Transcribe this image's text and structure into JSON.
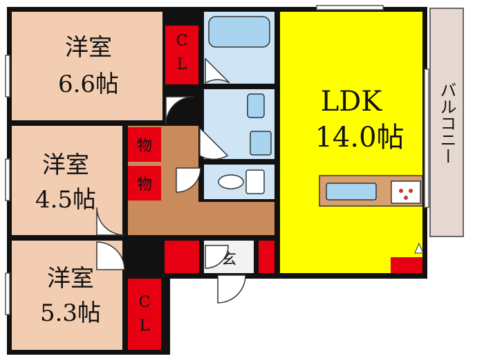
{
  "colors": {
    "wall": "#111111",
    "western_room": "#f2cdb1",
    "ldk": "#ffff00",
    "closet": "#e60012",
    "water": "#cfe4f5",
    "fixture": "#a8d4ef",
    "corridor": "#c98a5c",
    "counter": "#d6a070",
    "balcony": "#e6d8d0",
    "door_mat": "#f2f2f2"
  },
  "rooms": {
    "western_a": {
      "name": "洋室",
      "size": "6.6帖"
    },
    "western_b": {
      "name": "洋室",
      "size": "4.5帖"
    },
    "western_c": {
      "name": "洋室",
      "size": "5.3帖"
    },
    "ldk": {
      "name": "LDK",
      "size": "14.0帖"
    }
  },
  "closets": {
    "cl_top_1": "C",
    "cl_top_2": "L",
    "storage_1": "物",
    "storage_2": "物",
    "cl_bottom_1": "C",
    "cl_bottom_2": "L"
  },
  "entrance": "玄",
  "balcony": "バルコニー"
}
